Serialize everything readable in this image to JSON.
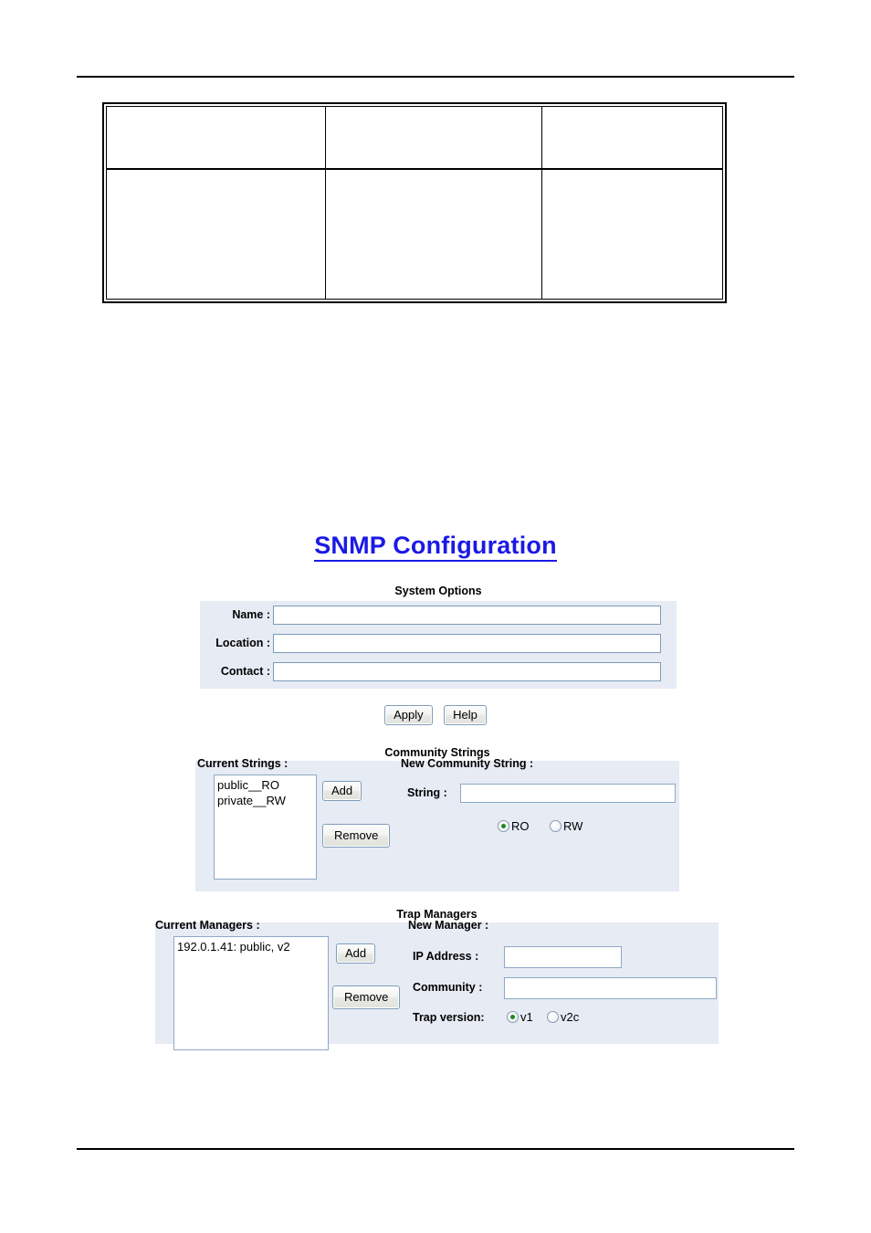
{
  "page": {
    "title": "SNMP Configuration"
  },
  "spec_table": {
    "columns": [
      "",
      "",
      ""
    ],
    "rows": [
      [
        "",
        "",
        ""
      ],
      [
        "",
        "",
        ""
      ]
    ]
  },
  "system_options": {
    "heading": "System Options",
    "fields": [
      {
        "label": "Name :",
        "value": "",
        "placeholder": ""
      },
      {
        "label": "Location :",
        "value": "",
        "placeholder": ""
      },
      {
        "label": "Contact :",
        "value": "",
        "placeholder": ""
      }
    ]
  },
  "actions": {
    "apply_label": "Apply",
    "help_label": "Help"
  },
  "community_strings": {
    "heading": "Community Strings",
    "current_label": "Current Strings :",
    "current_items": [
      "public__RO",
      "private__RW"
    ],
    "add_label": "Add",
    "remove_label": "Remove",
    "new_label": "New Community String :",
    "string_label": "String :",
    "string_value": "",
    "access_options": [
      {
        "label": "RO",
        "selected": true
      },
      {
        "label": "RW",
        "selected": false
      }
    ]
  },
  "trap_managers": {
    "heading": "Trap Managers",
    "current_label": "Current Managers :",
    "current_items": [
      "192.0.1.41: public, v2"
    ],
    "add_label": "Add",
    "remove_label": "Remove",
    "new_label": "New Manager :",
    "ip_label": "IP Address :",
    "ip_value": "",
    "community_label": "Community :",
    "community_value": "",
    "trap_version_label": "Trap version:",
    "version_options": [
      {
        "label": "v1",
        "selected": true
      },
      {
        "label": "v2c",
        "selected": false
      }
    ]
  },
  "colors": {
    "title_blue": "#1a1ae6",
    "panel_bg": "#e6ebf4",
    "field_border": "#8fa8c4",
    "radio_selected": "#1d8a1d"
  }
}
